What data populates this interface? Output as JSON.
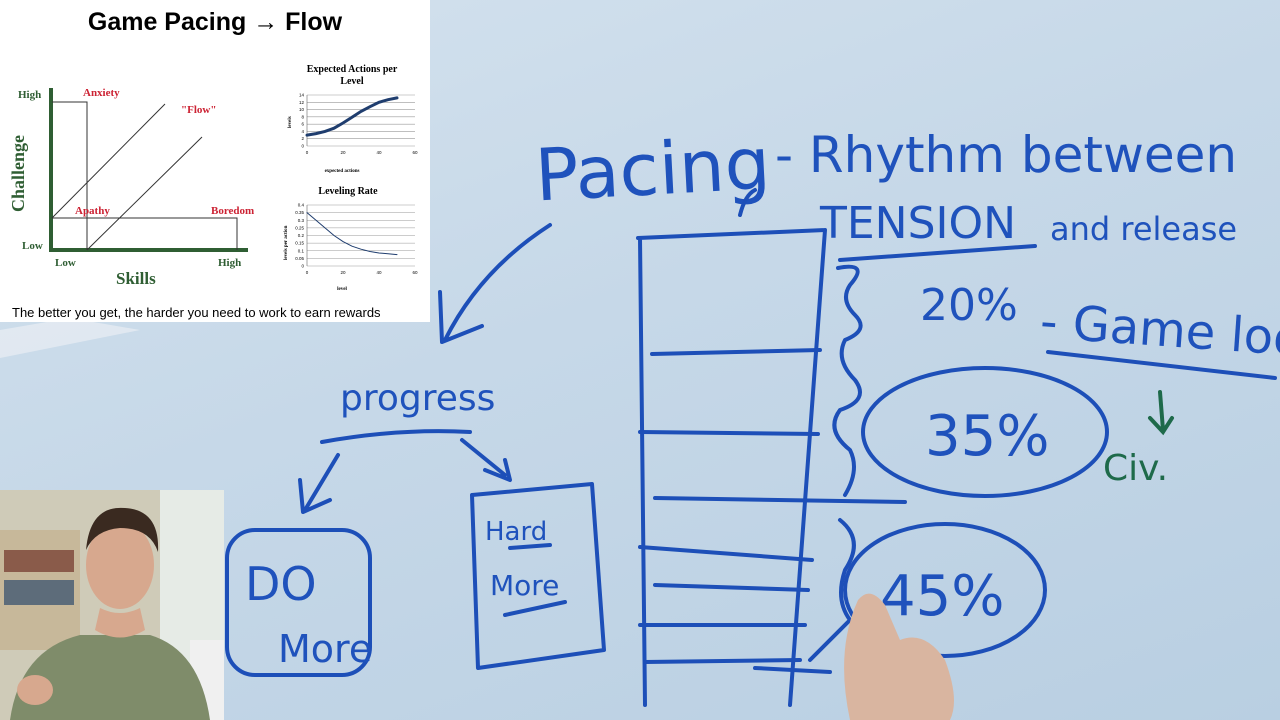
{
  "slide": {
    "title": "Game Pacing → Flow",
    "caption": "The better you get, the harder you need to work to earn rewards",
    "flow_diagram": {
      "y_axis_label": "Challenge",
      "x_axis_label": "Skills",
      "y_high": "High",
      "y_low": "Low",
      "x_low": "Low",
      "x_high": "High",
      "zones": {
        "anxiety": "Anxiety",
        "flow": "\"Flow\"",
        "apathy": "Apathy",
        "boredom": "Boredom"
      }
    },
    "chart1": {
      "title_line1": "Expected Actions per",
      "title_line2": "Level",
      "xlabel": "expected actions",
      "ylabel": "levels",
      "x_ticks": [
        "0",
        "20",
        "40",
        "60"
      ],
      "y_ticks": [
        "0",
        "2",
        "4",
        "6",
        "8",
        "10",
        "12",
        "14"
      ],
      "xlim": [
        0,
        60
      ],
      "ylim": [
        0,
        14
      ],
      "x": [
        0,
        5,
        10,
        15,
        20,
        25,
        30,
        35,
        40,
        45,
        50
      ],
      "y": [
        3,
        3.4,
        4,
        4.9,
        6.3,
        7.9,
        9.5,
        10.8,
        12,
        12.7,
        13.2
      ]
    },
    "chart2": {
      "title": "Leveling Rate",
      "xlabel": "level",
      "ylabel": "levels per action",
      "x_ticks": [
        "0",
        "20",
        "40",
        "60"
      ],
      "y_ticks": [
        "0",
        "0.05",
        "0.1",
        "0.15",
        "0.2",
        "0.25",
        "0.3",
        "0.35",
        "0.4"
      ],
      "xlim": [
        0,
        60
      ],
      "ylim": [
        0,
        0.4
      ],
      "x": [
        0,
        5,
        10,
        15,
        20,
        25,
        30,
        35,
        40,
        45,
        50
      ],
      "y": [
        0.35,
        0.3,
        0.25,
        0.2,
        0.16,
        0.13,
        0.11,
        0.095,
        0.085,
        0.08,
        0.075
      ]
    }
  },
  "whiteboard": {
    "pacing": "Pacing",
    "definition_line1": "- Rhythm between",
    "definition_line2_a": "TENSION",
    "definition_line2_b": "and release",
    "pct_20": "20%",
    "game_loop": "- Game loop",
    "pct_35": "35%",
    "civ": "Civ.",
    "pct_45": "45%",
    "progress": "progress",
    "do_more_1": "DO",
    "do_more_2": "More",
    "hard_more_1": "Hard",
    "hard_more_2": "More"
  },
  "colors": {
    "ink_blue": "#1d4fb8",
    "ink_green": "#1e6a4a",
    "slide_red": "#cc2233",
    "slide_green": "#2f5e33"
  }
}
